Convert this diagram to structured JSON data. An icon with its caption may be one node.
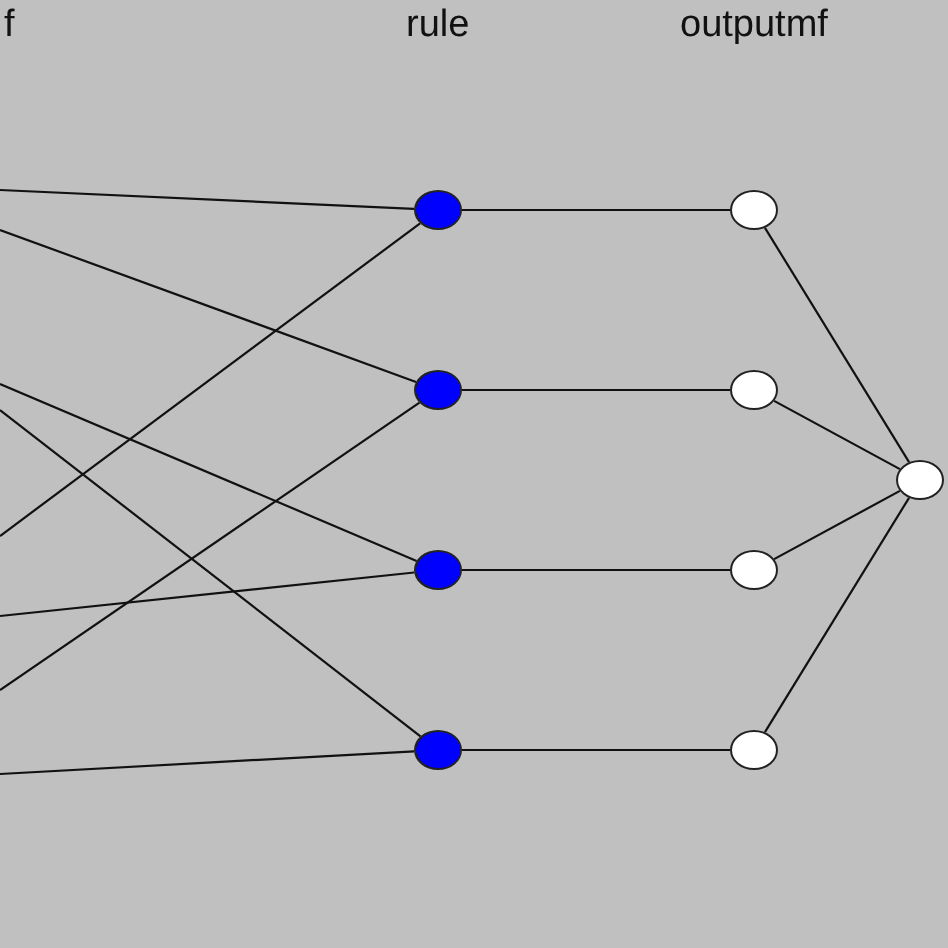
{
  "diagram": {
    "nodes": [
      {
        "text": [],
        "shape": "circle"
      },
      {
        "text": [],
        "shape": "circle"
      },
      {
        "text": [],
        "shape": "circle"
      },
      {
        "text": [],
        "shape": "circle"
      },
      {
        "text": [],
        "shape": "circle"
      },
      {
        "text": [],
        "shape": "circle"
      },
      {
        "text": [],
        "shape": "circle"
      },
      {
        "text": [],
        "shape": "circle"
      },
      {
        "text": [],
        "shape": "circle"
      }
    ],
    "edges": [
      {
        "from": null,
        "to": 0,
        "arrow": "none"
      },
      {
        "from": null,
        "to": 1,
        "arrow": "none"
      },
      {
        "from": null,
        "to": 2,
        "arrow": "none"
      },
      {
        "from": null,
        "to": 3,
        "arrow": "none"
      },
      {
        "from": null,
        "to": 0,
        "arrow": "none"
      },
      {
        "from": null,
        "to": 2,
        "arrow": "none"
      },
      {
        "from": null,
        "to": 1,
        "arrow": "none"
      },
      {
        "from": null,
        "to": 3,
        "arrow": "none"
      },
      {
        "from": 0,
        "to": 4,
        "arrow": "none"
      },
      {
        "from": 1,
        "to": 5,
        "arrow": "none"
      },
      {
        "from": 2,
        "to": 6,
        "arrow": "none"
      },
      {
        "from": 3,
        "to": 7,
        "arrow": "none"
      },
      {
        "from": 4,
        "to": 8,
        "arrow": "none"
      },
      {
        "from": 5,
        "to": 8,
        "arrow": "none"
      },
      {
        "from": 6,
        "to": 8,
        "arrow": "none"
      },
      {
        "from": 7,
        "to": 8,
        "arrow": "none"
      }
    ],
    "labels": [
      "f",
      "rule",
      "outputmf"
    ]
  }
}
